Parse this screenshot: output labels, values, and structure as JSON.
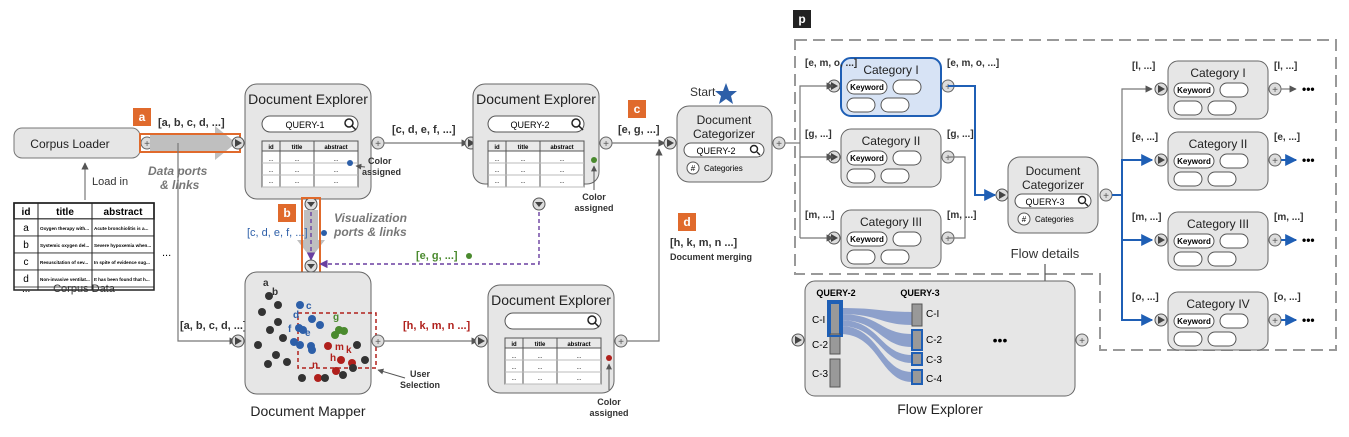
{
  "corpus_loader": {
    "label": "Corpus Loader",
    "load_in": "Load in",
    "caption": "Corpus Data"
  },
  "corpus_table": {
    "headers": [
      "id",
      "title",
      "abstract"
    ],
    "rows": [
      {
        "id": "a",
        "title": "Oxygen therapy with...",
        "abstract": "Acute bronchiolitis is a..."
      },
      {
        "id": "b",
        "title": "Systemic oxygen del...",
        "abstract": "Severe hypoxemia when..."
      },
      {
        "id": "c",
        "title": "Resuscitation of sev...",
        "abstract": "In spite of evidence sug..."
      },
      {
        "id": "d",
        "title": "Non-invasive ventilat...",
        "abstract": "It has been found that h..."
      }
    ],
    "more": "...",
    "ellipsis": "..."
  },
  "badges": {
    "a": "a",
    "b": "b",
    "c": "c",
    "d": "d",
    "p": "p"
  },
  "labels": {
    "data_ports": "Data ports",
    "data_links": "& links",
    "vis_ports": "Visualization",
    "vis_links": "ports & links",
    "color_assigned": "Color",
    "assigned": "assigned",
    "user_selection": "User",
    "selection": "Selection",
    "document_merging": "Document merging",
    "start": "Start",
    "flow_details": "Flow details",
    "flow_explorer": "Flow Explorer",
    "document_mapper": "Document Mapper"
  },
  "flows": {
    "a_list": "[a, b, c, d, ...]",
    "a_list2": "[a, b, c, d, ...]",
    "c_list": "[c, d, e, f, ...]",
    "c_list_vis": "[c, d, e, f, ...]",
    "e_list": "[e, g, ...]",
    "e_list_vis": "[e, g, ...]",
    "h_list": "[h, k, m, n ...]",
    "h_list2": "[h, k, m, n ...]"
  },
  "explorers": [
    {
      "title": "Document Explorer",
      "query": "QUERY-1"
    },
    {
      "title": "Document Explorer",
      "query": "QUERY-2"
    },
    {
      "title": "Document Explorer",
      "query": ""
    }
  ],
  "doc_table_headers": [
    "id",
    "title",
    "abstract"
  ],
  "cell": "...",
  "categorizer1": {
    "title1": "Document",
    "title2": "Categorizer",
    "query": "QUERY-2",
    "hash": "#",
    "categories": "Categories"
  },
  "categorizer2": {
    "title1": "Document",
    "title2": "Categorizer",
    "query": "QUERY-3",
    "hash": "#",
    "categories": "Categories"
  },
  "mapper_points": [
    {
      "label": "a",
      "color": "#333333"
    },
    {
      "label": "b",
      "color": "#333333"
    },
    {
      "label": "c",
      "color": "#2d5fa8"
    },
    {
      "label": "d",
      "color": "#2d5fa8"
    },
    {
      "label": "e",
      "color": "#2d5fa8"
    },
    {
      "label": "f",
      "color": "#2d5fa8"
    },
    {
      "label": "g",
      "color": "#4a8a2e"
    },
    {
      "label": "h",
      "color": "#b0201c"
    },
    {
      "label": "k",
      "color": "#b0201c"
    },
    {
      "label": "m",
      "color": "#b0201c"
    },
    {
      "label": "n",
      "color": "#b0201c"
    }
  ],
  "panel_p": {
    "categories_left": [
      {
        "name": "Category I",
        "keyword": "Keyword",
        "in": "[e, m, o, ...]",
        "out": "[e, m, o, ...]"
      },
      {
        "name": "Category II",
        "keyword": "Keyword",
        "in": "[g, ...]",
        "out": "[g, ...]"
      },
      {
        "name": "Category III",
        "keyword": "Keyword",
        "in": "[m, ...]",
        "out": "[m, ...]"
      }
    ],
    "categories_right": [
      {
        "name": "Category I",
        "keyword": "Keyword",
        "in": "[l, ...]",
        "out": "[l, ...]"
      },
      {
        "name": "Category II",
        "keyword": "Keyword",
        "in": "[e, ...]",
        "out": "[e, ...]"
      },
      {
        "name": "Category III",
        "keyword": "Keyword",
        "in": "[m, ...]",
        "out": "[m, ...]"
      },
      {
        "name": "Category IV",
        "keyword": "Keyword",
        "in": "[o, ...]",
        "out": "[o, ...]"
      }
    ],
    "dots": "•••"
  },
  "flow_explorer": {
    "col1": "QUERY-2",
    "col2": "QUERY-3",
    "left_nodes": [
      "C-I",
      "C-2",
      "C-3"
    ],
    "right_nodes": [
      "C-I",
      "C-2",
      "C-3",
      "C-4"
    ],
    "dots": "•••"
  },
  "colors": {
    "orange": "#e06a2c",
    "blue": "#2d5fa8",
    "green": "#4a8a2e",
    "red": "#b0201c",
    "purple": "#6a3fa0",
    "box": "#e6e6e6",
    "stroke": "#555555"
  }
}
